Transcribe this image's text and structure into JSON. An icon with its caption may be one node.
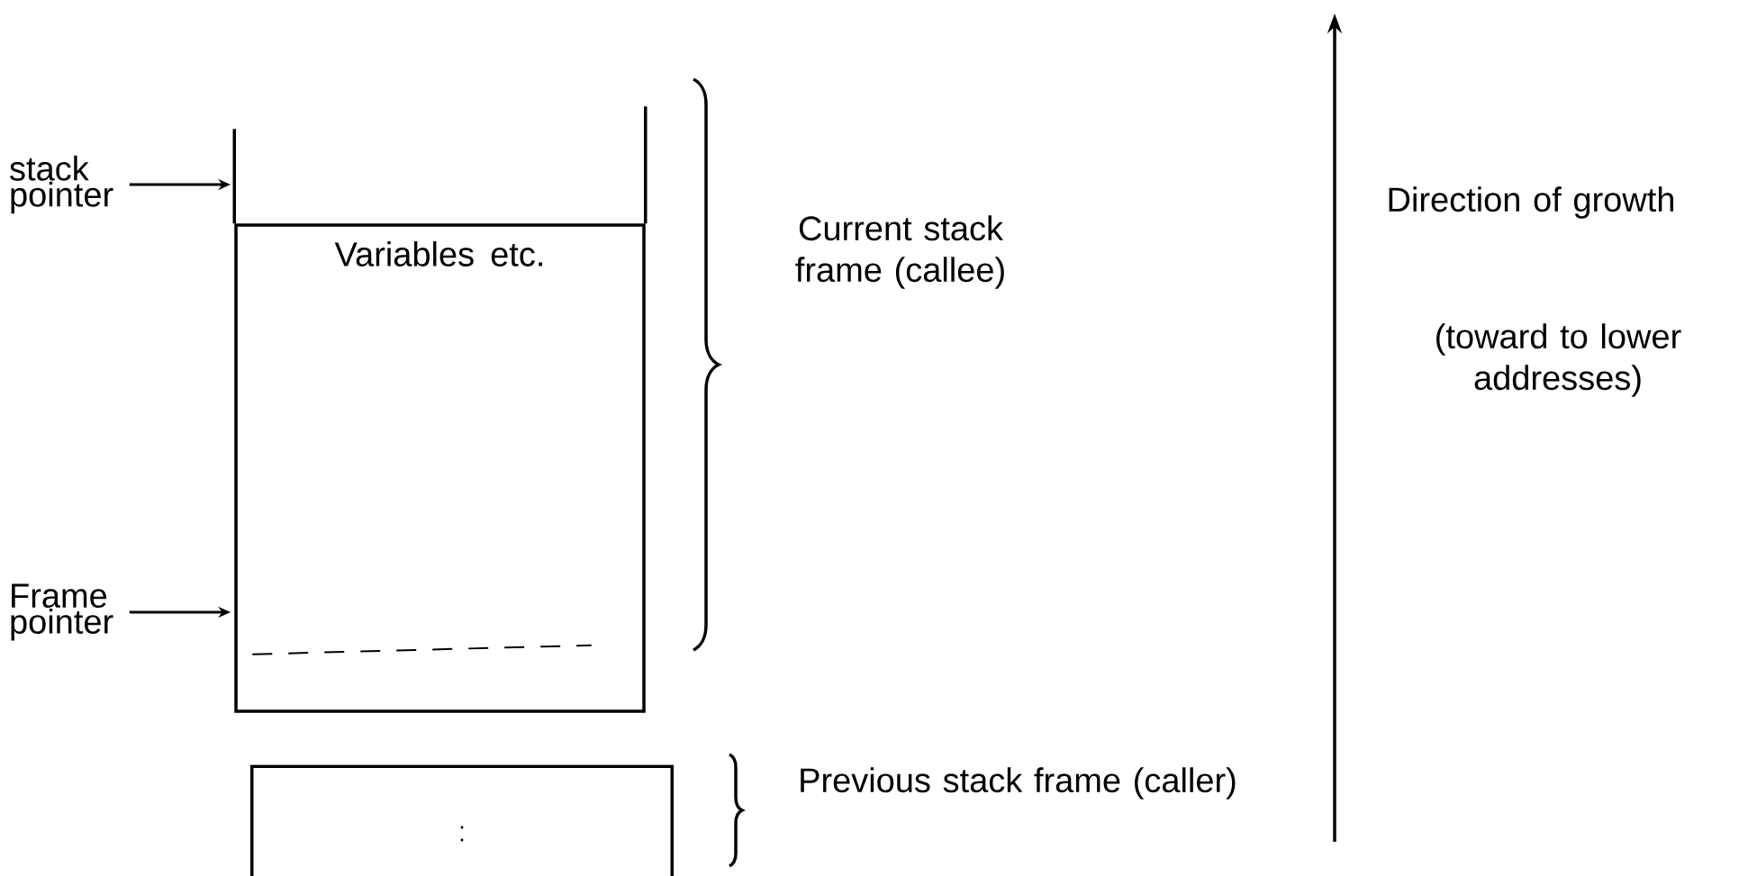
{
  "diagram": {
    "nodes": [
      {
        "text": [
          "stack pointer"
        ]
      },
      {
        "text": [
          "Variables etc."
        ]
      },
      {
        "text": [
          "Frame pointer"
        ]
      },
      {
        "text": [],
        "shape": "box"
      }
    ],
    "edges": [
      {
        "from": 0,
        "to": 1,
        "arrow": "to"
      },
      {
        "from": 2,
        "to": 1,
        "arrow": "to"
      }
    ],
    "labels": [
      "Current stack frame (callee)",
      "Previous stack frame (caller)",
      "Direction of growth",
      "(toward to lower addresses)"
    ]
  }
}
